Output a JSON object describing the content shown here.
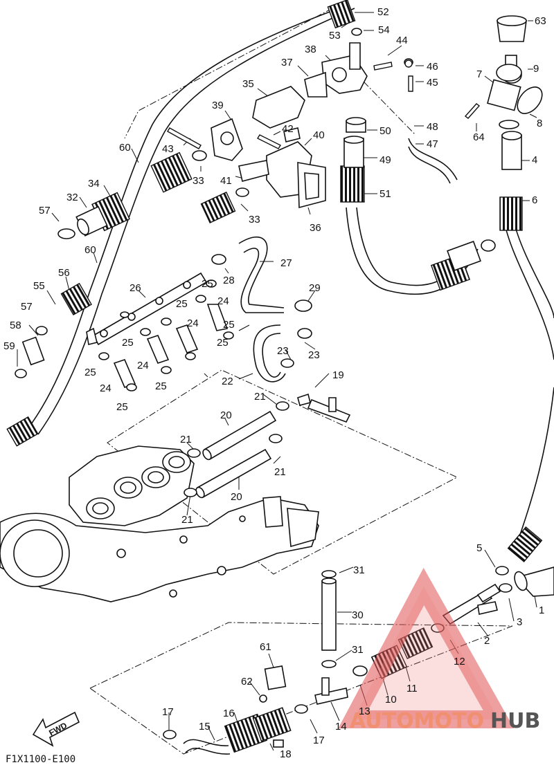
{
  "diagram": {
    "code": "F1X1100-E100",
    "fwd_label": "FWD",
    "watermark": {
      "part1": "AUTOMOTO",
      "part2": "HUB"
    },
    "callout_labels": [
      "52",
      "53",
      "54",
      "63",
      "44",
      "46",
      "38",
      "37",
      "9",
      "7",
      "45",
      "35",
      "39",
      "48",
      "64",
      "8",
      "50",
      "47",
      "40",
      "42",
      "43",
      "4",
      "49",
      "33",
      "60",
      "34",
      "41",
      "51",
      "6",
      "32",
      "36",
      "57",
      "33",
      "60",
      "27",
      "28",
      "56",
      "55",
      "26",
      "25",
      "29",
      "57",
      "24",
      "25",
      "24",
      "58",
      "25",
      "23",
      "25",
      "23",
      "24",
      "59",
      "25",
      "25",
      "22",
      "24",
      "19",
      "25",
      "21",
      "25",
      "20",
      "21",
      "21",
      "20",
      "21",
      "5",
      "31",
      "1",
      "3",
      "30",
      "2",
      "12",
      "31",
      "11",
      "61",
      "10",
      "62",
      "13",
      "17",
      "16",
      "15",
      "14",
      "17",
      "18"
    ]
  }
}
